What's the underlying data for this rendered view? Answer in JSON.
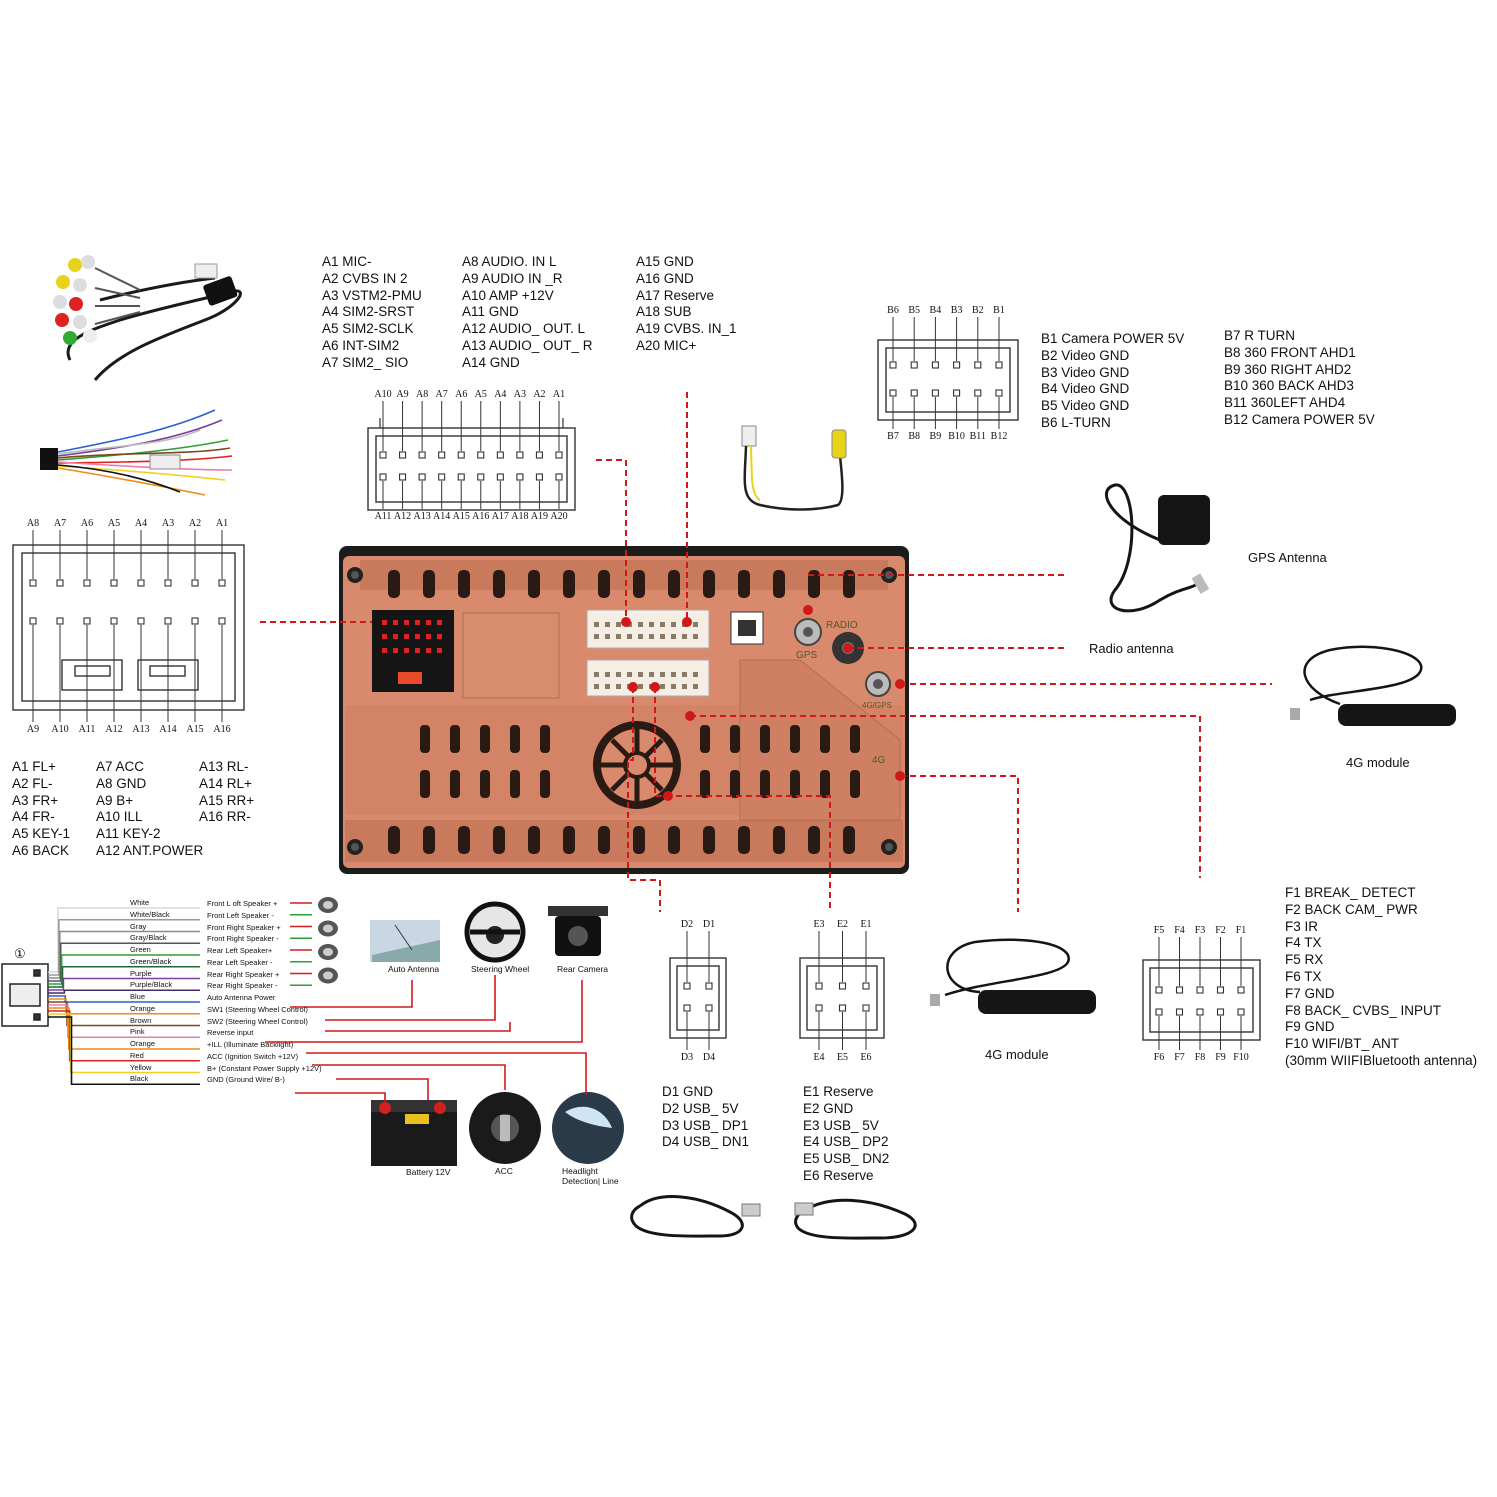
{
  "a_top": {
    "col1": [
      "A1 MIC-",
      "A2 CVBS IN 2",
      "A3 VSTM2-PMU",
      "A4 SIM2-SRST",
      "A5 SIM2-SCLK",
      "A6 INT-SIM2",
      "A7 SIM2_ SIO"
    ],
    "col2": [
      "A8 AUDIO. IN L",
      "A9 AUDIO IN _R",
      "A10 AMP +12V",
      "A11 GND",
      "A12 AUDIO_ OUT. L",
      "A13 AUDIO_ OUT_ R",
      "A14 GND"
    ],
    "col3": [
      "A15 GND",
      "A16 GND",
      "A17 Reserve",
      "A18 SUB",
      "A19 CVBS. IN_1",
      "A20 MIC+"
    ],
    "top_pins": [
      "A10",
      "A9",
      "A8",
      "A7",
      "A6",
      "A5",
      "A4",
      "A3",
      "A2",
      "A1"
    ],
    "bottom_pins": [
      "A11",
      "A12",
      "A13",
      "A14",
      "A15",
      "A16",
      "A17",
      "A18",
      "A19",
      "A20"
    ]
  },
  "b_conn": {
    "col1": [
      "B1 Camera POWER 5V",
      "B2 Video GND",
      "B3 Video GND",
      "B4 Video GND",
      "B5 Video GND",
      "B6 L-TURN"
    ],
    "col2": [
      "B7 R TURN",
      "B8 360 FRONT AHD1",
      "B9 360 RIGHT AHD2",
      "B10 360 BACK AHD3",
      "B11 360LEFT AHD4",
      "B12 Camera POWER 5V"
    ],
    "top_pins": [
      "B6",
      "B5",
      "B4",
      "B3",
      "B2",
      "B1"
    ],
    "bottom_pins": [
      "B7",
      "B8",
      "B9",
      "B10",
      "B11",
      "B12"
    ]
  },
  "a_left": {
    "col1": [
      "A1 FL+",
      "A2 FL-",
      "A3 FR+",
      "A4 FR-",
      "A5 KEY-1",
      "A6 BACK"
    ],
    "col2": [
      "A7 ACC",
      "A8 GND",
      "A9 B+",
      "A10 ILL",
      "A11 KEY-2",
      "A12 ANT.POWER"
    ],
    "col3": [
      "A13 RL-",
      "A14 RL+",
      "A15 RR+",
      "A16 RR-"
    ],
    "top_pins": [
      "A8",
      "A7",
      "A6",
      "A5",
      "A4",
      "A3",
      "A2",
      "A1"
    ],
    "bottom_pins": [
      "A9",
      "A10",
      "A11",
      "A12",
      "A13",
      "A14",
      "A15",
      "A16"
    ]
  },
  "d_conn": {
    "list": [
      "D1 GND",
      "D2 USB_ 5V",
      "D3 USB_ DP1",
      "D4 USB_ DN1"
    ],
    "top_pins": [
      "D2",
      "D1"
    ],
    "bottom_pins": [
      "D3",
      "D4"
    ]
  },
  "e_conn": {
    "list": [
      "E1 Reserve",
      "E2 GND",
      "E3 USB_ 5V",
      "E4 USB_ DP2",
      "E5 USB_ DN2",
      "E6 Reserve"
    ],
    "top_pins": [
      "E3",
      "E2",
      "E1"
    ],
    "bottom_pins": [
      "E4",
      "E5",
      "E6"
    ]
  },
  "f_conn": {
    "list": [
      "F1 BREAK_ DETECT",
      "F2 BACK CAM_ PWR",
      "F3 IR",
      "F4 TX",
      "F5 RX",
      "F6 TX",
      "F7 GND",
      "F8 BACK_ CVBS_ INPUT",
      "F9 GND",
      "F10 WIFI/BT_ ANT",
      "(30mm WIIFIBluetooth antenna)"
    ],
    "top_pins": [
      "F5",
      "F4",
      "F3",
      "F2",
      "F1"
    ],
    "bottom_pins": [
      "F6",
      "F7",
      "F8",
      "F9",
      "F10"
    ]
  },
  "captions": {
    "gps": "GPS Antenna",
    "radio": "Radio antenna",
    "module_right": "4G module",
    "module_bottom": "4G module"
  },
  "unit_labels": {
    "radio": "RADIO",
    "gps": "GPS",
    "gps4g": "4G/GPS",
    "g4": "4G"
  },
  "harness": {
    "connector_number": "①",
    "wires": [
      {
        "color": "White",
        "desc": "Front L oft Speaker +",
        "hex": "#d8d8d8"
      },
      {
        "color": "White/Black",
        "desc": "Front Left Speaker -",
        "hex": "#9a9a9a"
      },
      {
        "color": "Gray",
        "desc": "Front Right Speaker +",
        "hex": "#8a8a8a"
      },
      {
        "color": "Gray/Black",
        "desc": "Front Right Speaker -",
        "hex": "#555555"
      },
      {
        "color": "Green",
        "desc": "Rear Left Speaker+",
        "hex": "#2e9e3a"
      },
      {
        "color": "Green/Black",
        "desc": "Rear Left Speaker -",
        "hex": "#1d6b2a"
      },
      {
        "color": "Purple",
        "desc": "Rear Right Speaker +",
        "hex": "#7a3fa0"
      },
      {
        "color": "Purple/Black",
        "desc": "Rear Right Speaker -",
        "hex": "#4a2a66"
      },
      {
        "color": "Blue",
        "desc": "Auto Antenna Power",
        "hex": "#2f5fd0"
      },
      {
        "color": "Orange",
        "desc": "SW1 (Steering Wheel Control)",
        "hex": "#f08a1a"
      },
      {
        "color": "Brown",
        "desc": "SW2 (Steering Wheel Control)",
        "hex": "#7a4a1e"
      },
      {
        "color": "Pink",
        "desc": "Reverse input",
        "hex": "#f07aa8"
      },
      {
        "color": "Orange",
        "desc": "+ILL (Illuminate Backlight)",
        "hex": "#f08a1a"
      },
      {
        "color": "Red",
        "desc": "ACC (Ignition Switch +12V)",
        "hex": "#e02020"
      },
      {
        "color": "Yellow",
        "desc": "B+ (Constant Power Supply +12V)",
        "hex": "#f0d020"
      },
      {
        "color": "Black",
        "desc": "GND (Ground Wire/ B-)",
        "hex": "#111111"
      }
    ],
    "icons": {
      "auto_antenna": "Auto Antenna",
      "steering_wheel": "Steering Wheel",
      "rear_camera": "Rear Camera",
      "battery": "Battery 12V",
      "acc": "ACC",
      "headlight": "Headlight Detection| Line"
    }
  },
  "colors": {
    "unit_body": "#d98a6c",
    "unit_dark": "#1c1c1c",
    "leader_line": "#d01818",
    "connector_fill": "#f4eee4"
  }
}
